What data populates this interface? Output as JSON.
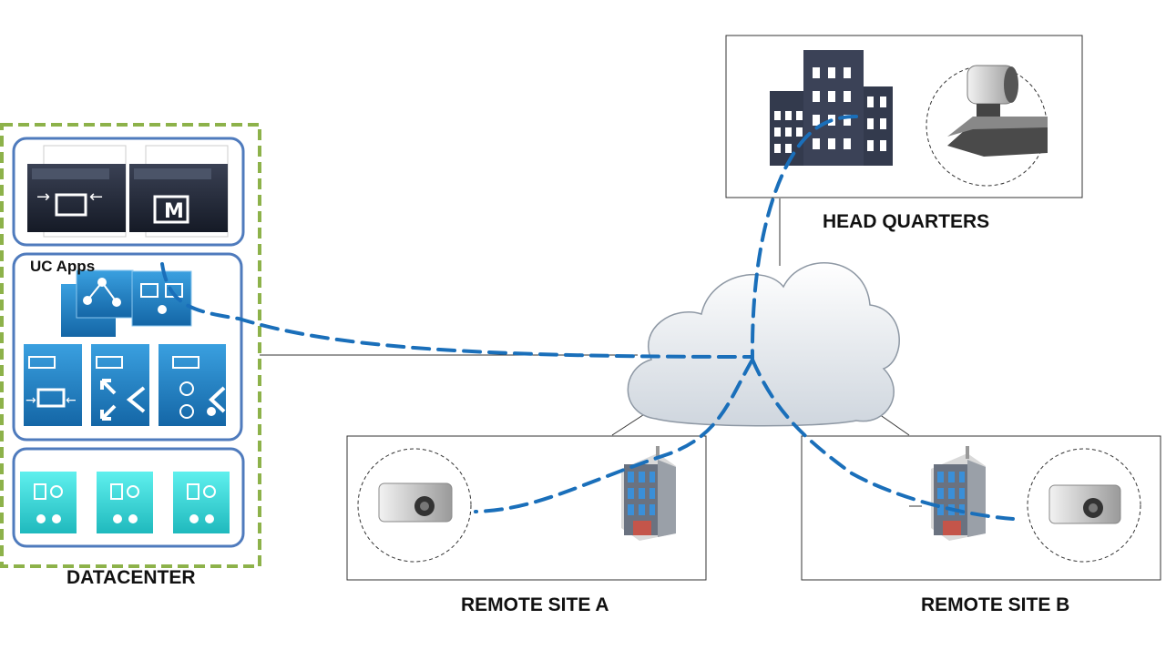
{
  "labels": {
    "datacenter": "DATACENTER",
    "uc_apps": "UC Apps",
    "head_quarters": "HEAD QUARTERS",
    "remote_site_a": "REMOTE SITE A",
    "remote_site_b": "REMOTE SITE B"
  },
  "device_letters": {
    "media": "M"
  },
  "colors": {
    "call_path": "#1a6fba",
    "datacenter_border": "#8db24a",
    "group_border": "#4f7bbd",
    "dark_device": "#22293a",
    "blue_device": "#1f7ec0",
    "teal_device": "#33d2d2",
    "building_dark": "#3b4257",
    "building_blue": "#3a8fd8"
  }
}
